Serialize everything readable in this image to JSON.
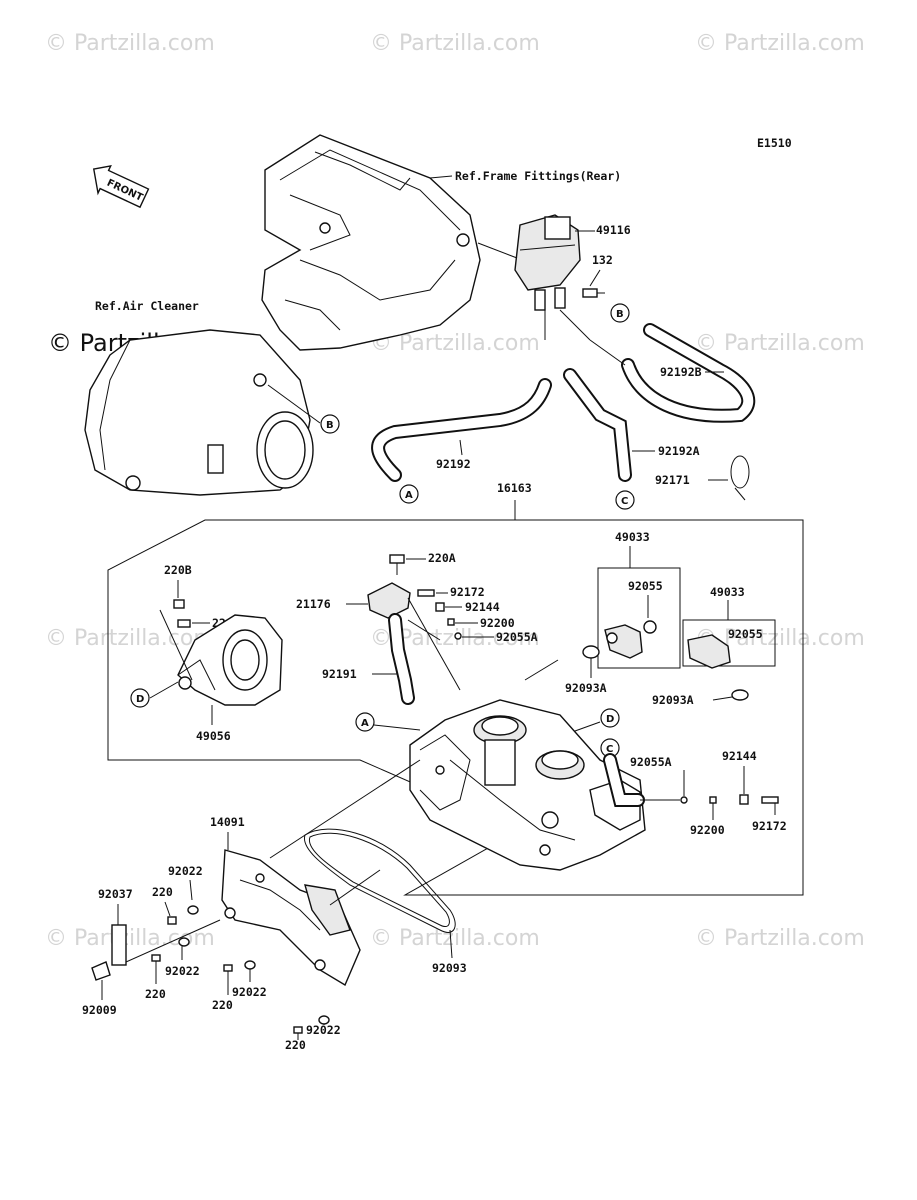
{
  "diagram_code": "E1510",
  "watermark_text": "© Partzilla.com",
  "front_label": "FRONT",
  "refs": {
    "frame": "Ref.Frame Fittings(Rear)",
    "air_cleaner": "Ref.Air Cleaner"
  },
  "callouts": {
    "A": "A",
    "B": "B",
    "C": "C",
    "D": "D"
  },
  "parts": {
    "p49116": "49116",
    "p132": "132",
    "p92192B": "92192B",
    "p92192A": "92192A",
    "p92192": "92192",
    "p92171": "92171",
    "p16163": "16163",
    "p49033a": "49033",
    "p49033b": "49033",
    "p92055a": "92055",
    "p92055b": "92055",
    "p92093Aa": "92093A",
    "p92093Ab": "92093A",
    "p220B_1": "220B",
    "p220B_2": "220B",
    "p49056": "49056",
    "p220A": "220A",
    "p21176": "21176",
    "p92172a": "92172",
    "p92144a": "92144",
    "p92200a": "92200",
    "p92055Aa": "92055A",
    "p92191": "92191",
    "p92055Ab": "92055A",
    "p92144b": "92144",
    "p92200b": "92200",
    "p92172b": "92172",
    "p14091": "14091",
    "p92022a": "92022",
    "p220a": "220",
    "p92037": "92037",
    "p92022b": "92022",
    "p220b": "220",
    "p92022c": "92022",
    "p220c": "220",
    "p92009": "92009",
    "p92022d": "92022",
    "p220d": "220",
    "p92093": "92093"
  }
}
